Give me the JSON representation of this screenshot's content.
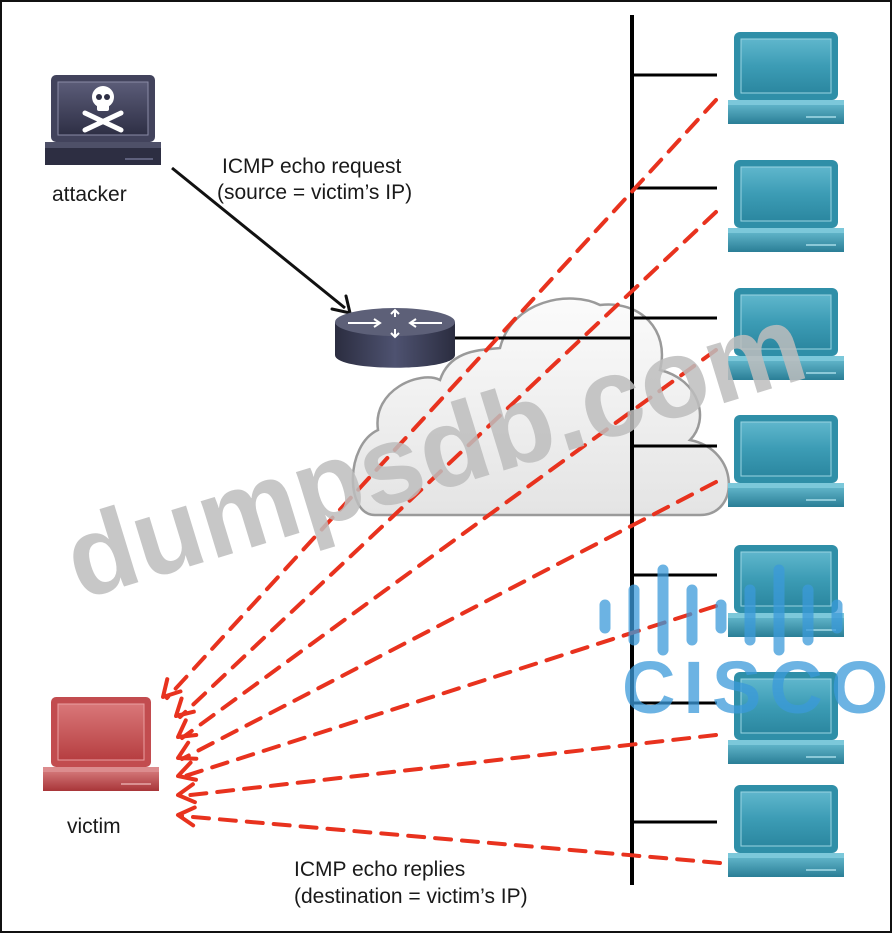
{
  "labels": {
    "attacker": "attacker",
    "victim": "victim",
    "request_line1": "ICMP echo request",
    "request_line2": "(source = victim’s IP)",
    "replies_line1": "ICMP echo replies",
    "replies_line2": "(destination = victim’s IP)"
  },
  "watermarks": {
    "site": "dumpsdb.com",
    "brand": "CISCO"
  },
  "nodes": {
    "attacker": {
      "type": "laptop",
      "color": "#3b3b55",
      "icon": "skull-crossbones-icon"
    },
    "router": {
      "type": "router",
      "color": "#3a3d55"
    },
    "cloud": {
      "type": "network-cloud"
    },
    "victim": {
      "type": "laptop",
      "color": "#c0484a"
    },
    "amplifiers": [
      {
        "id": 1,
        "type": "laptop",
        "color": "#2f8fa8"
      },
      {
        "id": 2,
        "type": "laptop",
        "color": "#2f8fa8"
      },
      {
        "id": 3,
        "type": "laptop",
        "color": "#2f8fa8"
      },
      {
        "id": 4,
        "type": "laptop",
        "color": "#2f8fa8"
      },
      {
        "id": 5,
        "type": "laptop",
        "color": "#2f8fa8"
      },
      {
        "id": 6,
        "type": "laptop",
        "color": "#2f8fa8"
      },
      {
        "id": 7,
        "type": "laptop",
        "color": "#2f8fa8"
      }
    ]
  },
  "colors": {
    "reply_arrow": "#e8321e",
    "request_arrow": "#111111",
    "watermark_gray": "#bdbdbd",
    "cisco_blue": "#3b9ad9"
  }
}
